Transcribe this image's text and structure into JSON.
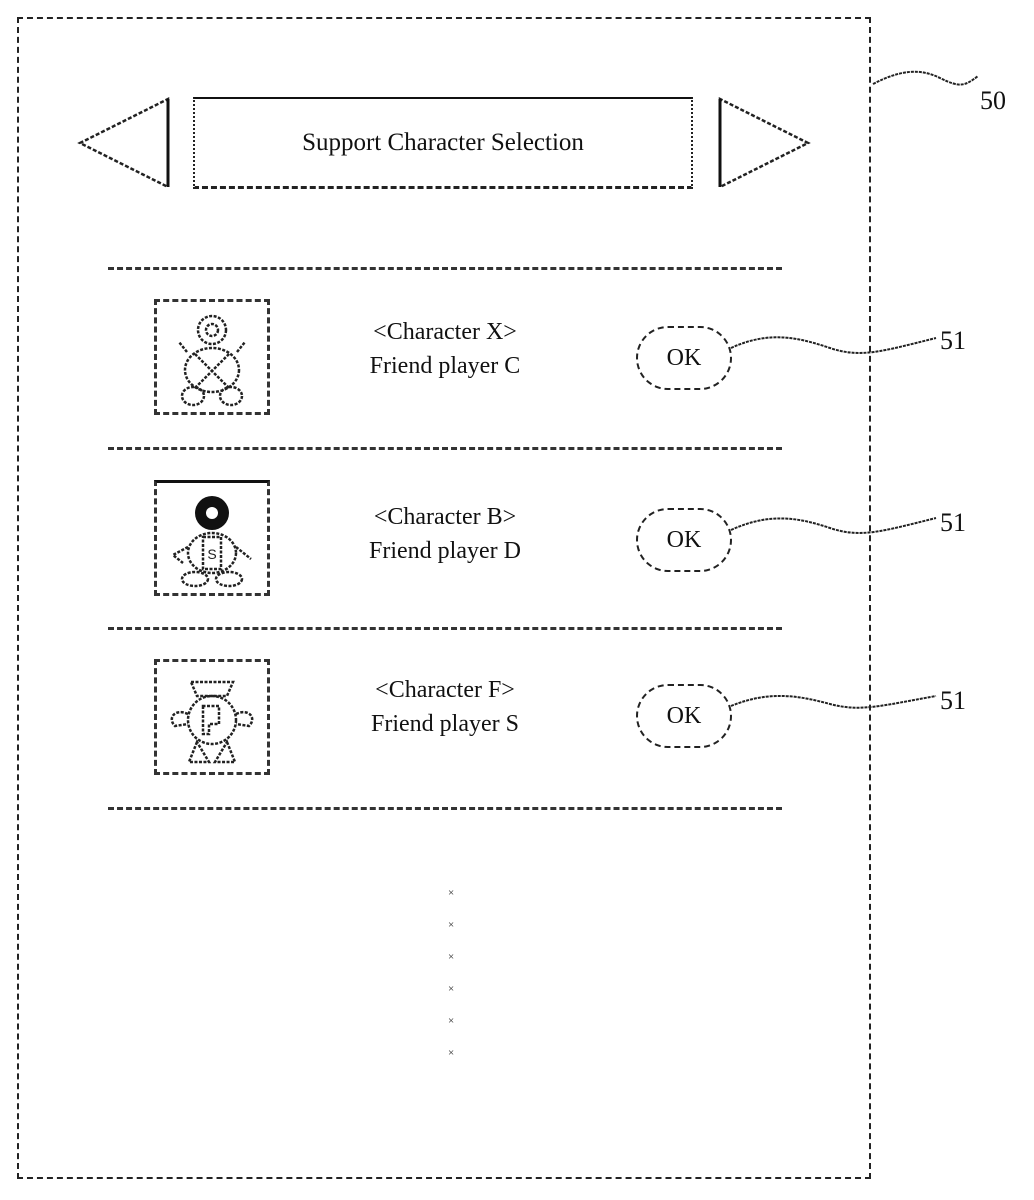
{
  "figure": {
    "screen_ref": "50",
    "button_ref": "51"
  },
  "header": {
    "title": "Support Character Selection",
    "prev_icon": "left-triangle-arrow",
    "next_icon": "right-triangle-arrow"
  },
  "rows": [
    {
      "character": "<Character X>",
      "friend": "Friend player C",
      "icon": "character-x-portrait",
      "button_label": "OK",
      "callout": "51"
    },
    {
      "character": "<Character B>",
      "friend": "Friend player D",
      "icon": "character-b-portrait",
      "button_label": "OK",
      "callout": "51"
    },
    {
      "character": "<Character F>",
      "friend": "Friend player S",
      "icon": "character-f-portrait",
      "button_label": "OK",
      "callout": "51"
    }
  ],
  "continuation": {
    "marker_count": 6,
    "marker_glyph": "×"
  }
}
